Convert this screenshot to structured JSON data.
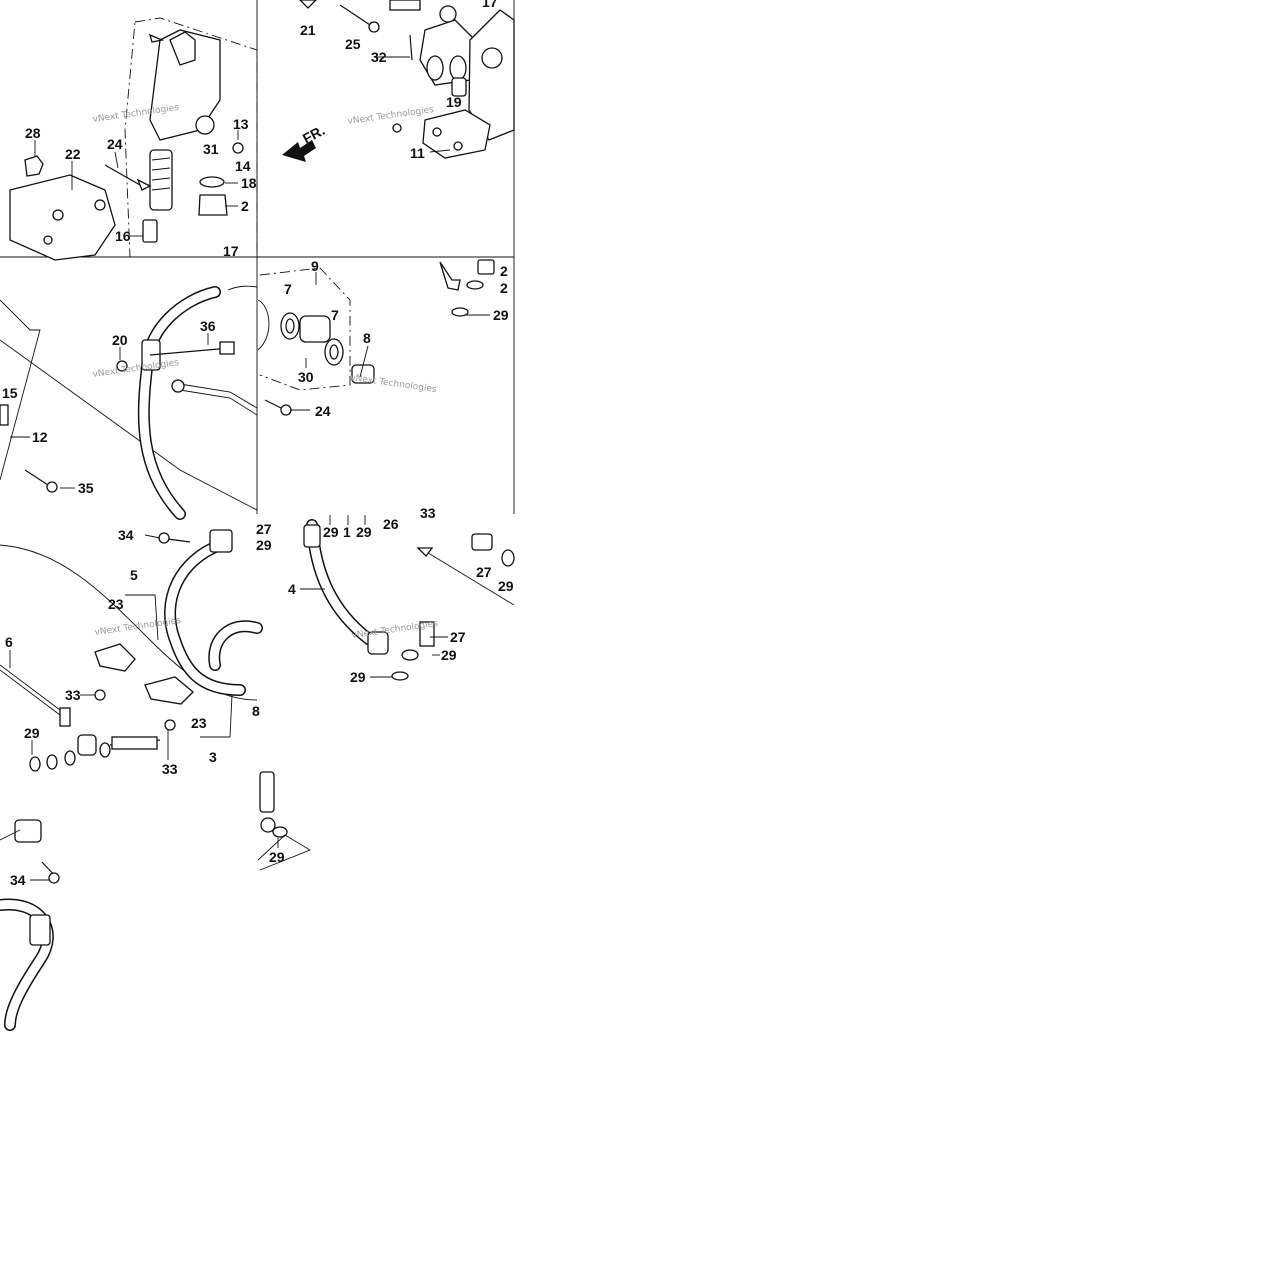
{
  "diagram": {
    "callouts": [
      "21",
      "25",
      "17",
      "32",
      "19",
      "11",
      "28",
      "22",
      "24",
      "13",
      "31",
      "14",
      "18",
      "2",
      "16",
      "17",
      "9",
      "7",
      "7",
      "8",
      "30",
      "24",
      "20",
      "36",
      "15",
      "12",
      "35",
      "2",
      "2",
      "29",
      "34",
      "5",
      "23",
      "6",
      "33",
      "23",
      "29",
      "33",
      "3",
      "8",
      "29",
      "1",
      "29",
      "26",
      "33",
      "4",
      "27",
      "29",
      "27",
      "29",
      "29",
      "34",
      "29",
      "27",
      "29"
    ],
    "direction_label": "FR.",
    "watermark": "vNext Technologies"
  }
}
